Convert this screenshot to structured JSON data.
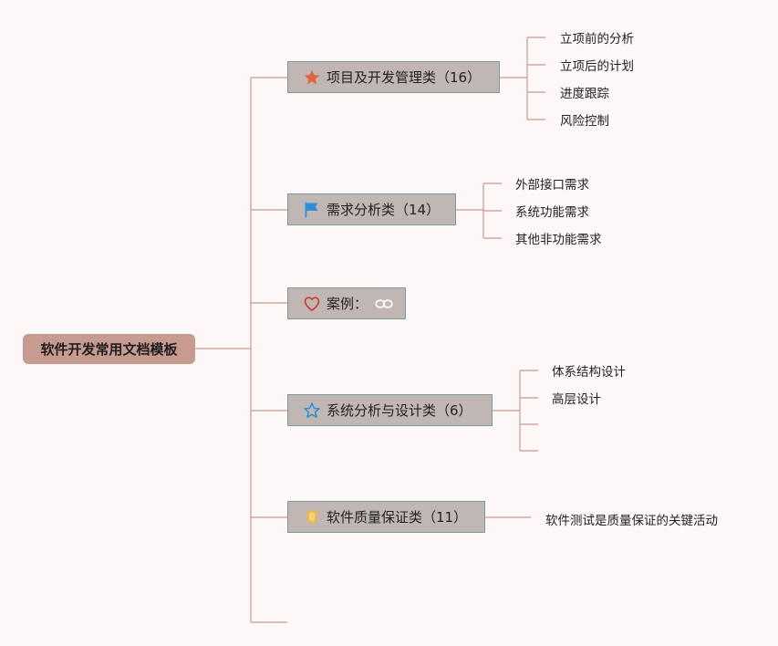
{
  "root": {
    "label": "软件开发常用文档模板"
  },
  "branches": [
    {
      "label": "项目及开发管理类（16）",
      "icon": "star-filled-icon",
      "icon_color": "#e2663a",
      "children": [
        "立项前的分析",
        "立项后的计划",
        "进度跟踪",
        "风险控制"
      ]
    },
    {
      "label": "需求分析类（14）",
      "icon": "flag-icon",
      "icon_color": "#2b8fd8",
      "children": [
        "外部接口需求",
        "系统功能需求",
        "其他非功能需求"
      ]
    },
    {
      "label": "案例：",
      "icon": "heart-outline-icon",
      "icon_color": "#d23a2e",
      "extra_icon": "link-icon",
      "children": []
    },
    {
      "label": "系统分析与设计类（6）",
      "icon": "star-outline-icon",
      "icon_color": "#2b8fd8",
      "children": [
        "体系结构设计",
        "高层设计",
        "",
        ""
      ]
    },
    {
      "label": "软件质量保证类（11）",
      "icon": "badge-icon",
      "icon_color": "#e9b94a",
      "children": [
        "软件测试是质量保证的关键活动"
      ]
    }
  ],
  "colors": {
    "connector": "#c99a90",
    "root_fill": "#c89b91",
    "branch_fill": "#c0b6b3",
    "branch_border": "#7d9c98"
  }
}
